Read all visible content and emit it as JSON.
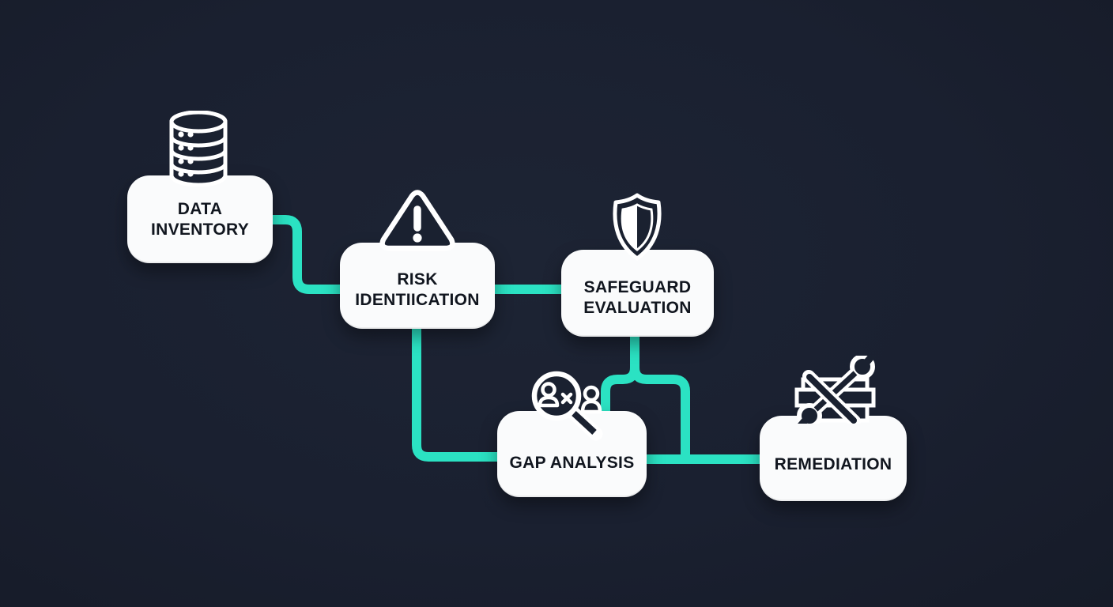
{
  "page": {
    "background_color": "#1A2030",
    "accent_color": "#2BE2C3",
    "node_fill_color": "#FAFBFC",
    "node_text_color": "#11161F",
    "icon_color": "#FFFFFF"
  },
  "flowchart": {
    "nodes": {
      "data_inventory": {
        "line1": "DATA",
        "line2": "INVENTORY",
        "icon": "database-icon"
      },
      "risk_identification": {
        "line1": "RISK",
        "line2": "IDENTIICATION",
        "icon": "warning-triangle-icon"
      },
      "safeguard_evaluation": {
        "line1": "SAFEGUARD",
        "line2": "EVALUATION",
        "icon": "shield-icon"
      },
      "gap_analysis": {
        "line1": "GAP ANALYSIS",
        "icon": "magnifier-people-icon"
      },
      "remediation": {
        "line1": "REMEDIATION",
        "icon": "toolbox-icon"
      }
    },
    "edges": [
      {
        "from": "data_inventory",
        "to": "risk_identification"
      },
      {
        "from": "risk_identification",
        "to": "safeguard_evaluation"
      },
      {
        "from": "risk_identification",
        "to": "gap_analysis"
      },
      {
        "from": "safeguard_evaluation",
        "to": "gap_analysis"
      },
      {
        "from": "safeguard_evaluation",
        "to": "remediation"
      },
      {
        "from": "gap_analysis",
        "to": "remediation"
      }
    ]
  }
}
